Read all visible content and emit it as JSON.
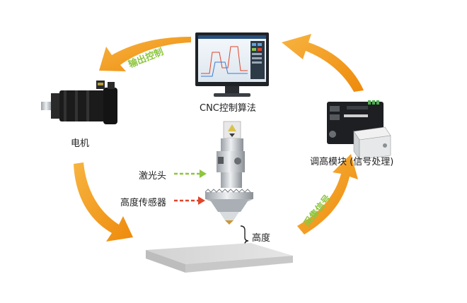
{
  "labels": {
    "cnc_algorithm": "CNC控制算法",
    "motor": "电机",
    "height_module": "调高模块 (信号处理)",
    "laser_head": "激光头",
    "height_sensor": "高度传感器",
    "height": "高度"
  },
  "arrow_tags": {
    "output_control": "输出控制",
    "collect_signal": "采集信号"
  },
  "colors": {
    "flow_arrow": "#f29a1a",
    "tag_text": "#8dc63f",
    "laser_head_arrow": "#8dc63f",
    "sensor_arrow": "#e0452b",
    "plate": "#d8d8d8"
  },
  "icons": {
    "monitor": "monitor-icon",
    "motor": "servo-motor-icon",
    "module": "height-controller-module-icon",
    "laser_head": "laser-cutting-head-icon",
    "plate": "workpiece-plate-icon"
  }
}
